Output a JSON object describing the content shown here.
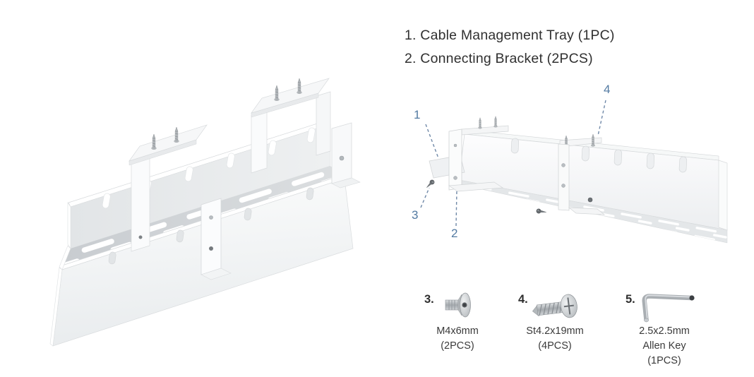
{
  "colors": {
    "background": "#ffffff",
    "text": "#303030",
    "callout": "#527aa2",
    "leader_line": "#7089a8",
    "tray_white": "#fafbfc",
    "tray_edge": "#d6d9db",
    "metal_silver": "#a8adb1"
  },
  "parts_list": {
    "line1": "1. Cable Management Tray (1PC)",
    "line2": "2. Connecting Bracket (2PCS)"
  },
  "diagram": {
    "callouts": {
      "c1": "1",
      "c2": "2",
      "c3": "3",
      "c4": "4"
    }
  },
  "hardware": {
    "item3": {
      "number": "3.",
      "icon": "countersunk-screw-icon",
      "lines": [
        "M4x6mm",
        "(2PCS)"
      ]
    },
    "item4": {
      "number": "4.",
      "icon": "pan-head-screw-icon",
      "lines": [
        "St4.2x19mm",
        "(4PCS)"
      ]
    },
    "item5": {
      "number": "5.",
      "icon": "allen-key-icon",
      "lines": [
        "2.5x2.5mm",
        "Allen Key",
        "(1PCS)"
      ]
    }
  },
  "illustrations": {
    "left": "cable-management-tray-isometric-view",
    "right": "tray-assembly-exploded-diagram"
  }
}
